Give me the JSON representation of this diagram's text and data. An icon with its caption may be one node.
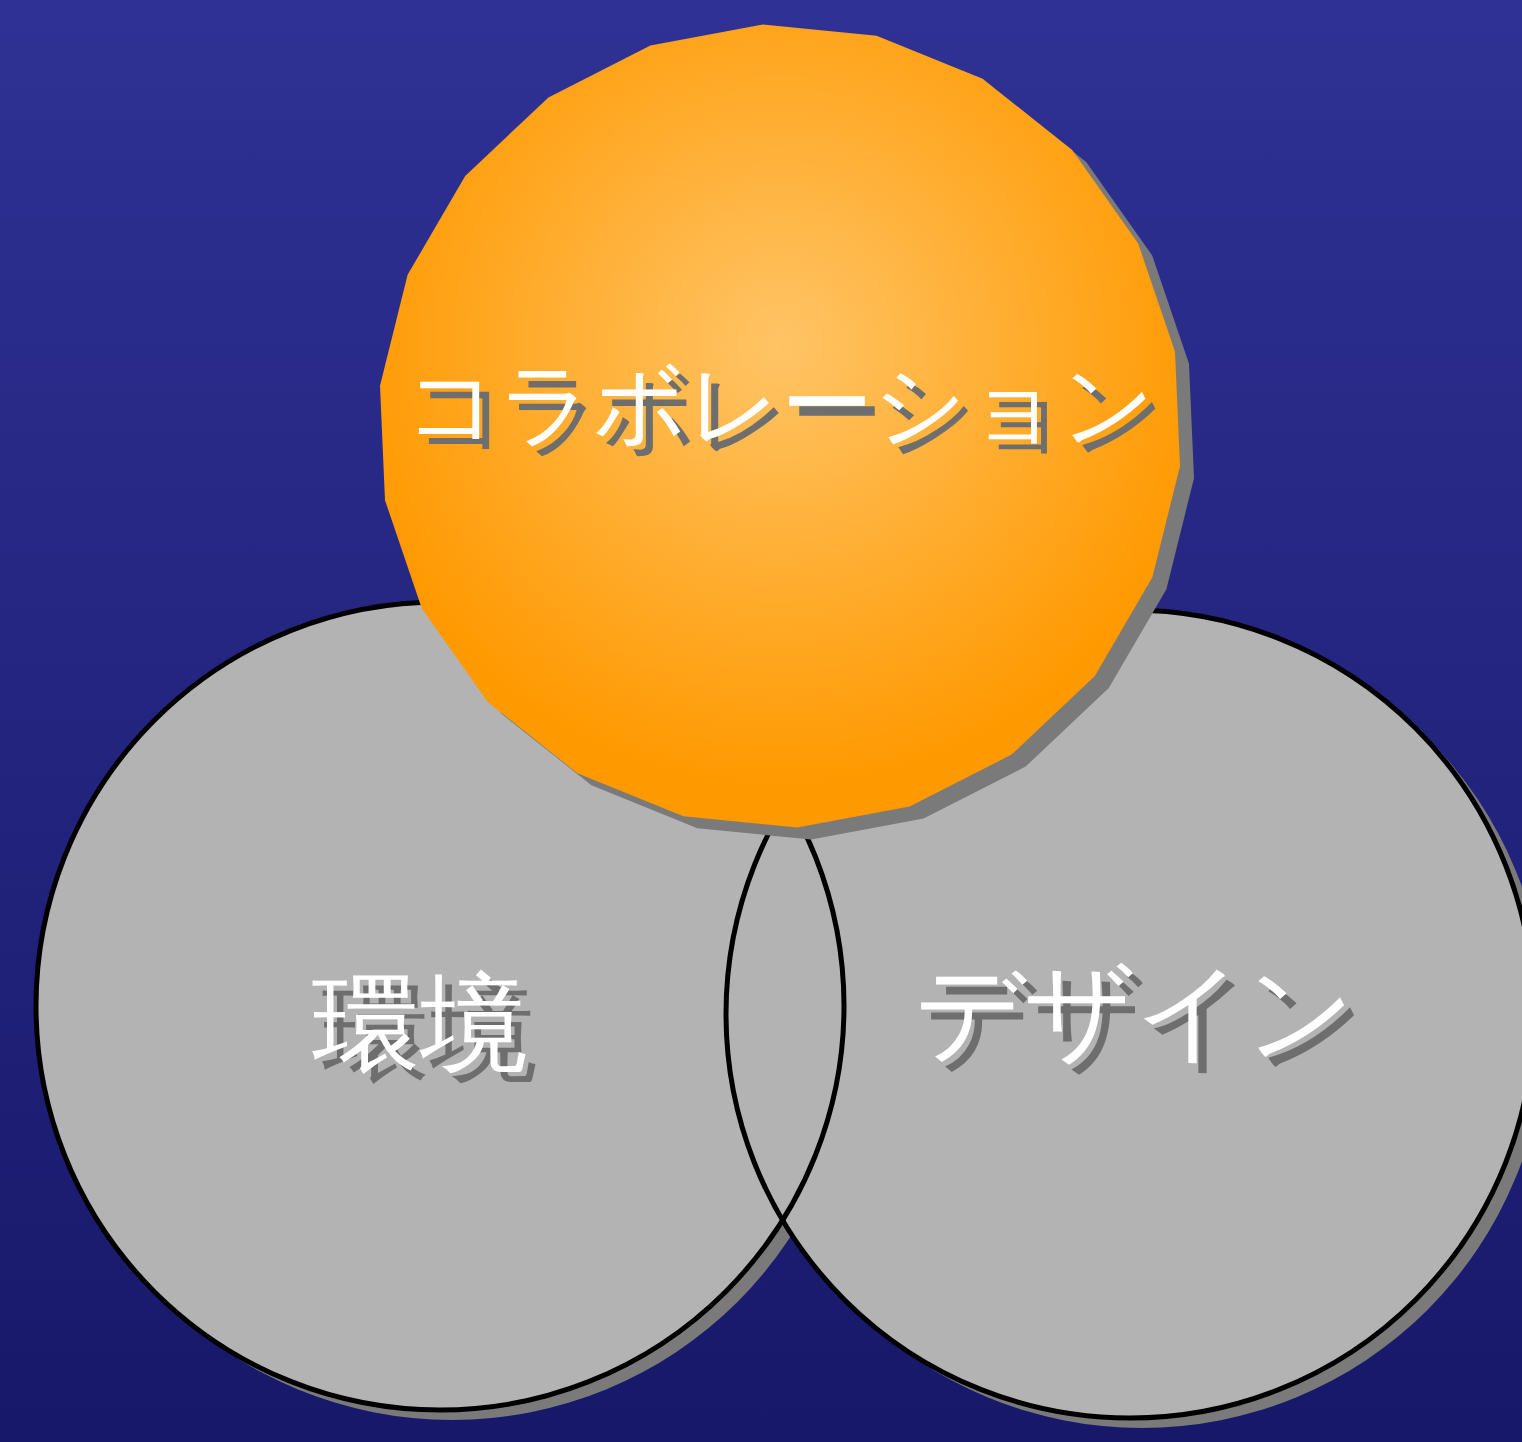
{
  "diagram": {
    "nodes": [
      {
        "text": [
          "コラボレーション"
        ]
      },
      {
        "text": [
          "環境"
        ]
      },
      {
        "text": [
          "デザイン"
        ]
      }
    ]
  }
}
